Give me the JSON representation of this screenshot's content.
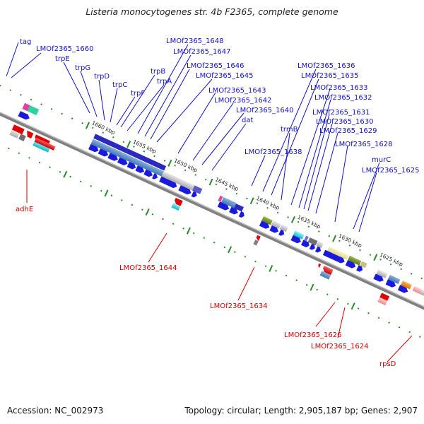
{
  "title": "Listeria monocytogenes str. 4b F2365, complete genome",
  "footer": {
    "accession": "Accession: NC_002973",
    "summary": "Topology: circular; Length: 2,905,187 bp; Genes: 2,907"
  },
  "colors": {
    "forward_label": "#1010c8",
    "reverse_label": "#d00000",
    "forward_arrow": "#1a1adc",
    "reverse_arrow": "#e00000",
    "backbone": "#808080",
    "tick": "#2a8a2a"
  },
  "kbp_ticks": [
    "1625 kbp",
    "1630 kbp",
    "1635 kbp",
    "1640 kbp",
    "1645 kbp",
    "1650 kbp",
    "1655 kbp",
    "1660 kbp"
  ],
  "forward_labels": [
    "tag",
    "LMOf2365_1660",
    "trpE",
    "trpG",
    "trpD",
    "trpC",
    "trpF",
    "trpB",
    "trpA",
    "LMOf2365_1648",
    "LMOf2365_1647",
    "LMOf2365_1646",
    "LMOf2365_1645",
    "LMOf2365_1643",
    "LMOf2365_1642",
    "LMOf2365_1640",
    "dat",
    "LMOf2365_1638",
    "LMOf2365_1636",
    "LMOf2365_1635",
    "trmB",
    "LMOf2365_1633",
    "LMOf2365_1632",
    "LMOf2365_1631",
    "LMOf2365_1630",
    "LMOf2365_1629",
    "LMOf2365_1628",
    "murC",
    "LMOf2365_1625"
  ],
  "reverse_labels": [
    "adhE",
    "LMOf2365_1644",
    "LMOf2365_1634",
    "LMOf2365_1626",
    "LMOf2365_1624",
    "rpsD"
  ]
}
